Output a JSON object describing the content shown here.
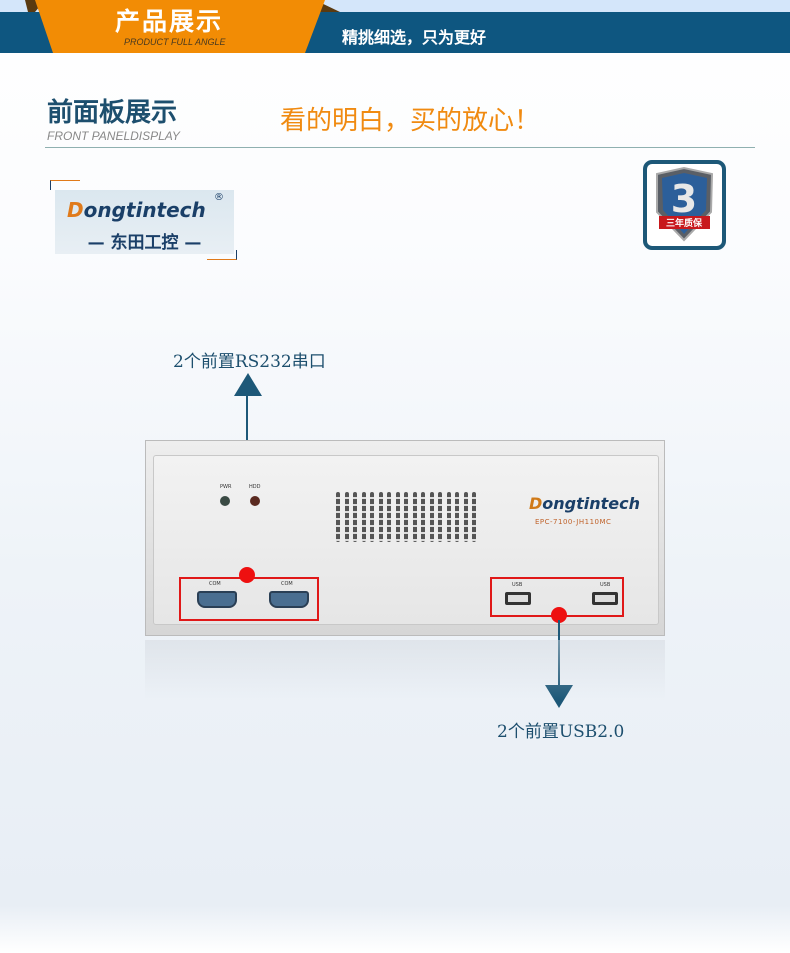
{
  "header": {
    "title": "产品展示",
    "subtitle": "PRODUCT FULL ANGLE",
    "slogan": "精挑细选，只为更好"
  },
  "section": {
    "title": "前面板展示",
    "subtitle": "FRONT PANELDISPLAY",
    "slogan": "看的明白，买的放心！"
  },
  "logo": {
    "brand_initial": "D",
    "brand_rest": "ongtintech",
    "registered": "®",
    "chinese": "— 东田工控 —"
  },
  "warranty_badge": {
    "digit": "3",
    "text": "三年质保"
  },
  "device": {
    "brand_initial": "D",
    "brand_rest": "ongtintech",
    "model": "EPC-7100-JH110MC",
    "led_labels": [
      "PWR",
      "HDD"
    ],
    "com_labels": [
      "COM",
      "COM"
    ],
    "usb_labels": [
      "USB",
      "USB"
    ]
  },
  "annotations": {
    "rs232": "2个前置RS232串口",
    "usb": "2个前置USB2.0"
  },
  "colors": {
    "brand_blue": "#0e5680",
    "orange": "#f08a10",
    "marker_red": "#ee1010"
  }
}
